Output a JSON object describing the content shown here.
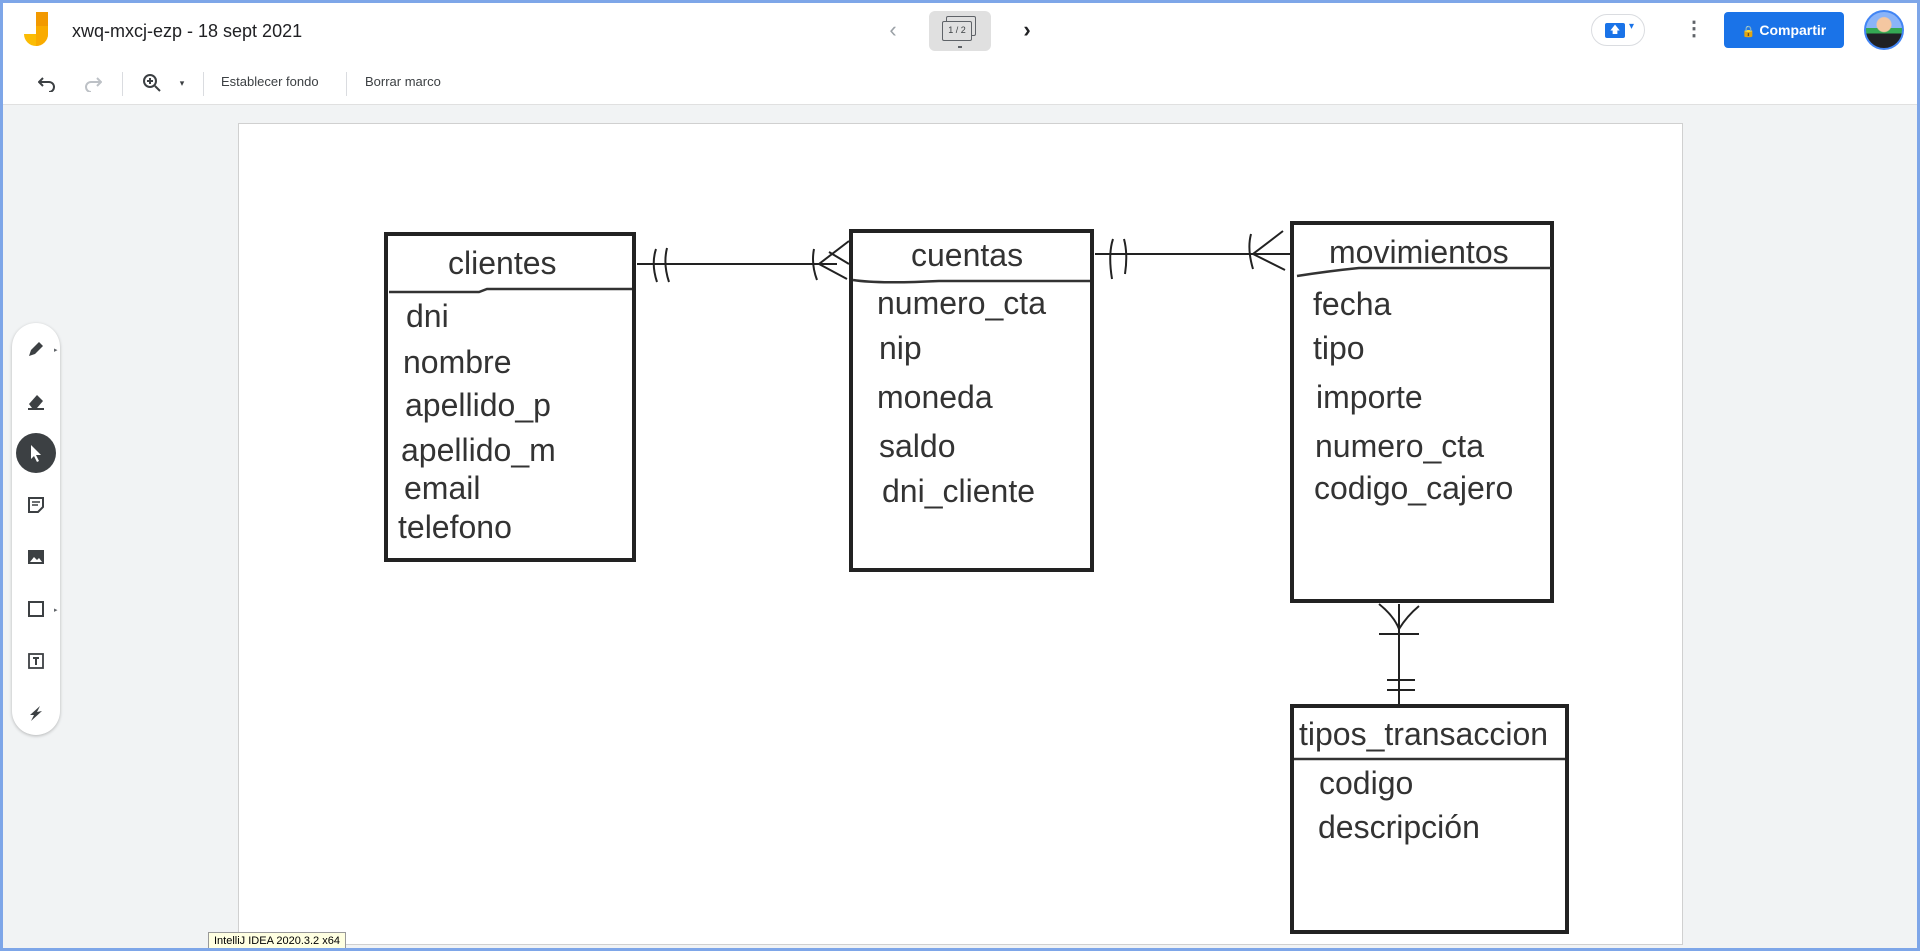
{
  "header": {
    "title": "xwq-mxcj-ezp - 18 sept 2021",
    "page_indicator": "1 / 2",
    "share_label": "Compartir"
  },
  "toolbar": {
    "set_background": "Establecer fondo",
    "clear_frame": "Borrar marco"
  },
  "tools": [
    "pen-tool",
    "eraser-tool",
    "select-tool",
    "sticky-note-tool",
    "image-tool",
    "shape-tool",
    "text-box-tool",
    "laser-tool"
  ],
  "active_tool": "select-tool",
  "diagram": {
    "entities": [
      {
        "name": "clientes",
        "fields": [
          "dni",
          "nombre",
          "apellido_p",
          "apellido_m",
          "email",
          "telefono"
        ]
      },
      {
        "name": "cuentas",
        "fields": [
          "numero_cta",
          "nip",
          "moneda",
          "saldo",
          "dni_cliente"
        ]
      },
      {
        "name": "movimientos",
        "fields": [
          "fecha",
          "tipo",
          "importe",
          "numero_cta",
          "codigo_cajero"
        ]
      },
      {
        "name": "tipos_transaccion",
        "fields": [
          "codigo",
          "descripción"
        ]
      }
    ]
  },
  "taskbar_tooltip": "IntelliJ IDEA 2020.3.2 x64",
  "colors": {
    "accent": "#1a73e8",
    "ink": "#222222",
    "text": "#333333"
  }
}
